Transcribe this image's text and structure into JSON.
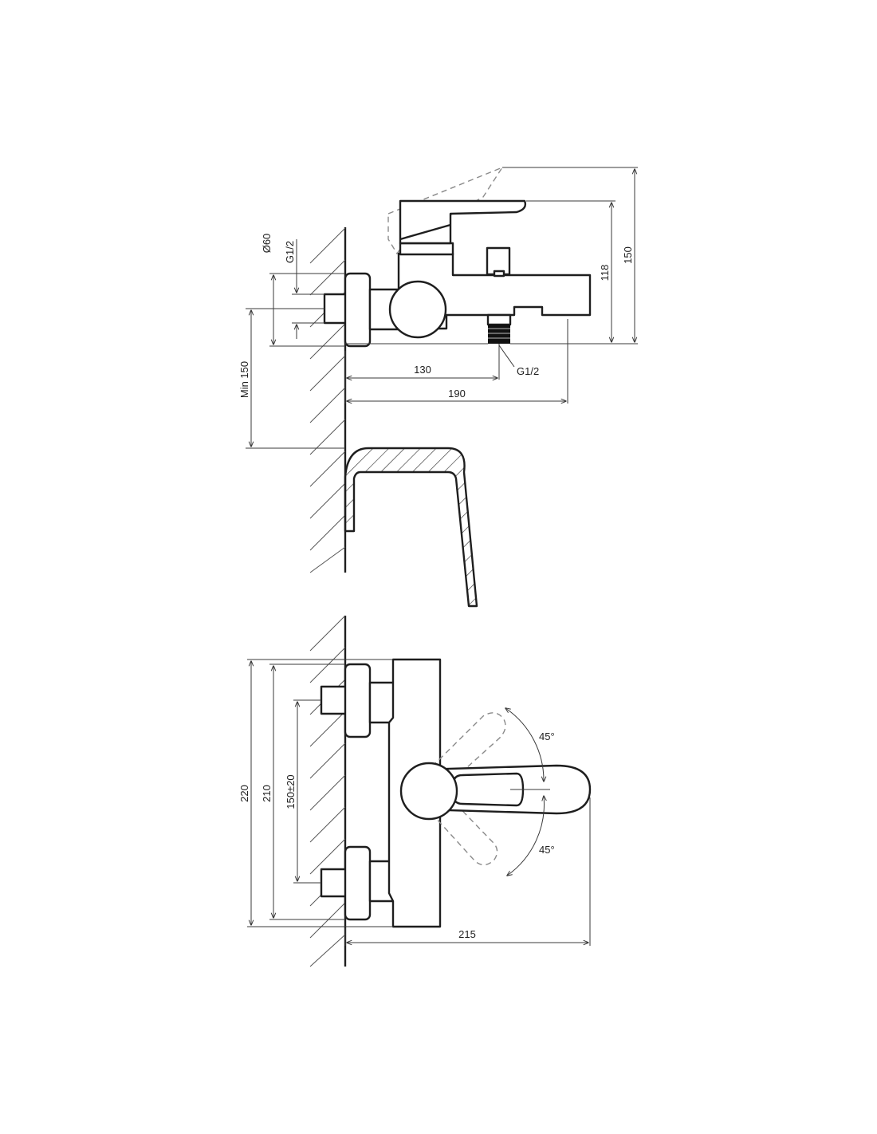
{
  "side_view": {
    "dim_spout_height": "150",
    "dim_body_height": "118",
    "dim_flange_diameter": "Ø60",
    "dim_inlet_thread": "G1/2",
    "dim_outlet_thread": "G1/2",
    "dim_outlet_distance": "130",
    "dim_projection": "190",
    "dim_min_height": "Min 150"
  },
  "top_view": {
    "dim_total_width": "220",
    "dim_body_width": "210",
    "dim_inlet_spacing": "150±20",
    "dim_depth": "215",
    "angle_upper": "45°",
    "angle_lower": "45°"
  },
  "colors": {
    "line": "#1e1e1e",
    "ghost": "#8a8a8a"
  }
}
